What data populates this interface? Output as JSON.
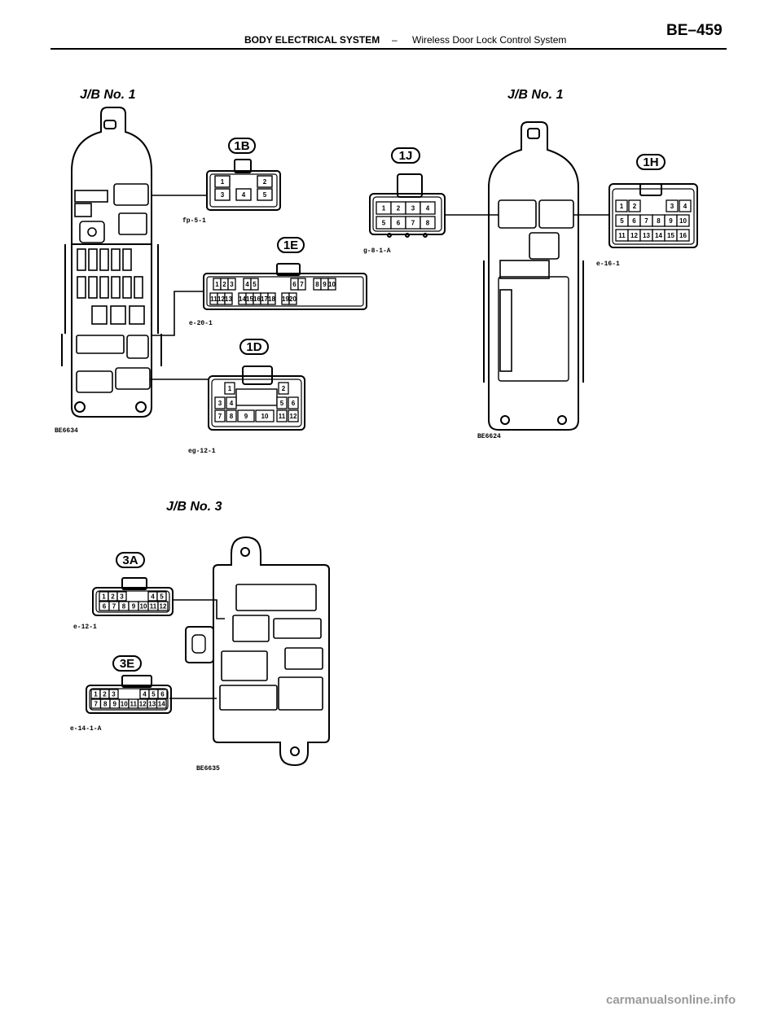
{
  "header": {
    "section": "BODY ELECTRICAL SYSTEM",
    "dash": "–",
    "subsection": "Wireless Door Lock Control System",
    "page": "BE–459"
  },
  "diagrams": {
    "jb1_left": {
      "title": "J/B No. 1",
      "figure": "BE6634"
    },
    "jb1_right": {
      "title": "J/B No. 1",
      "figure": "BE6624"
    },
    "jb3": {
      "title": "J/B No. 3",
      "figure": "BE6635"
    }
  },
  "connectors": {
    "1B": {
      "badge": "1B",
      "code": "fp-5-1",
      "pins": [
        "1",
        "2",
        "3",
        "4",
        "5"
      ]
    },
    "1E": {
      "badge": "1E",
      "code": "e-20-1",
      "pins": [
        "1",
        "2",
        "3",
        "4",
        "5",
        "6",
        "7",
        "8",
        "9",
        "10",
        "11",
        "12",
        "13",
        "14",
        "15",
        "16",
        "17",
        "18",
        "19",
        "20"
      ]
    },
    "1D": {
      "badge": "1D",
      "code": "eg-12-1",
      "pins": [
        "1",
        "2",
        "3",
        "4",
        "5",
        "6",
        "7",
        "8",
        "9",
        "10",
        "11",
        "12"
      ]
    },
    "1J": {
      "badge": "1J",
      "code": "g-8-1-A",
      "pins": [
        "1",
        "2",
        "3",
        "4",
        "5",
        "6",
        "7",
        "8"
      ]
    },
    "1H": {
      "badge": "1H",
      "code": "e-16-1",
      "pins": [
        "1",
        "2",
        "3",
        "4",
        "5",
        "6",
        "7",
        "8",
        "9",
        "10",
        "11",
        "12",
        "13",
        "14",
        "15",
        "16"
      ]
    },
    "3A": {
      "badge": "3A",
      "code": "e-12-1",
      "pins": [
        "1",
        "2",
        "3",
        "4",
        "5",
        "6",
        "7",
        "8",
        "9",
        "10",
        "11",
        "12"
      ]
    },
    "3E": {
      "badge": "3E",
      "code": "e-14-1-A",
      "pins": [
        "1",
        "2",
        "3",
        "4",
        "5",
        "6",
        "7",
        "8",
        "9",
        "10",
        "11",
        "12",
        "13",
        "14"
      ]
    }
  },
  "footer": {
    "watermark": "carmanualsonline.info"
  }
}
